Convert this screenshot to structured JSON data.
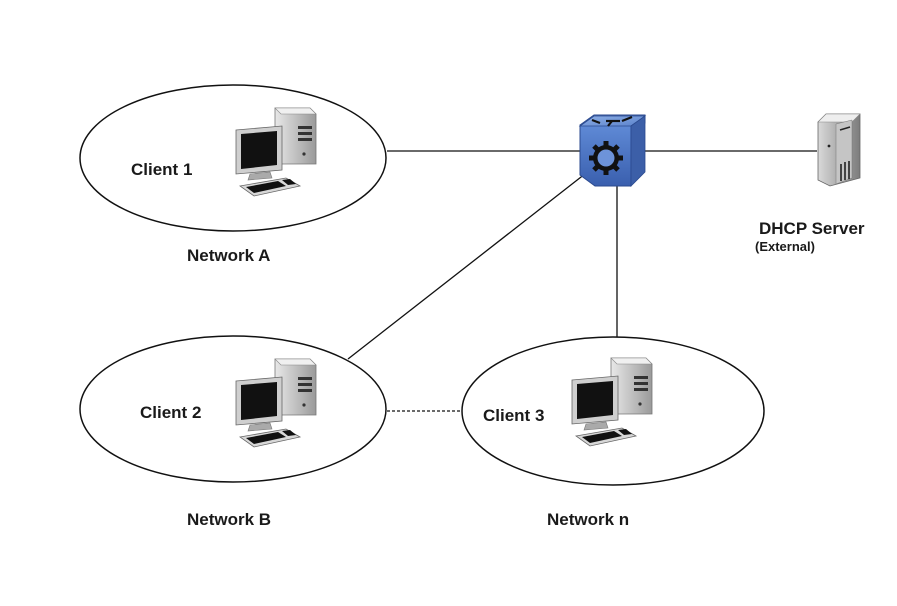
{
  "diagram": {
    "networks": [
      {
        "id": "a",
        "network_label": "Network A",
        "client_label": "Client 1"
      },
      {
        "id": "b",
        "network_label": "Network B",
        "client_label": "Client 2"
      },
      {
        "id": "n",
        "network_label": "Network n",
        "client_label": "Client 3"
      }
    ],
    "router": {
      "icon": "router-icon"
    },
    "dhcp_server": {
      "label": "DHCP Server",
      "sublabel": "(External)",
      "icon": "server-icon"
    },
    "links": [
      {
        "from": "Network A",
        "to": "router",
        "style": "solid"
      },
      {
        "from": "Network B",
        "to": "router",
        "style": "solid"
      },
      {
        "from": "Network n",
        "to": "router",
        "style": "solid"
      },
      {
        "from": "router",
        "to": "DHCP Server",
        "style": "solid"
      },
      {
        "from": "Network B",
        "to": "Network n",
        "style": "dashed"
      }
    ]
  }
}
